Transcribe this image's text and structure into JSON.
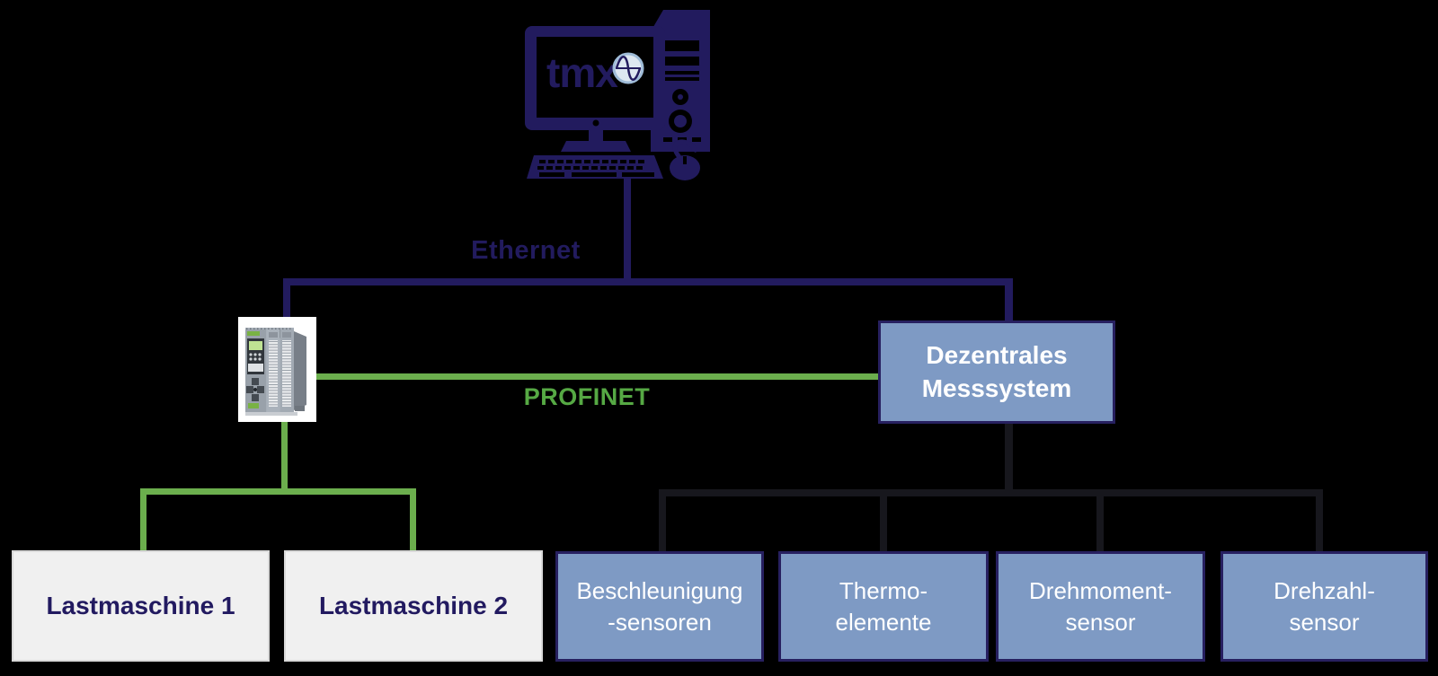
{
  "diagram": {
    "background_color": "#000000",
    "palette": {
      "navy": "#221b5e",
      "green_line": "#6bae4d",
      "green_text": "#56a944",
      "node_blue_fill": "#7e9ac4",
      "node_blue_border": "#272060",
      "machine_fill": "#f0f0f0",
      "machine_border": "#d9d9d9",
      "machine_text": "#221a60",
      "dark_connector": "#17171d",
      "node_text": "#ffffff"
    },
    "pc": {
      "icon": "desktop-computer-icon",
      "logo_text": "tmx",
      "logo_icon": "sine-wave-circle-icon"
    },
    "plc": {
      "icon": "plc-device-photo"
    },
    "networks": {
      "ethernet_label": "Ethernet",
      "profinet_label": "PROFINET"
    },
    "measurement_node": {
      "label": "Dezentrales\nMesssystem"
    },
    "machines": [
      {
        "label": "Lastmaschine 1"
      },
      {
        "label": "Lastmaschine 2"
      }
    ],
    "sensors": [
      {
        "label": "Beschleunigung\n-sensoren"
      },
      {
        "label": "Thermo-\nelemente"
      },
      {
        "label": "Drehmoment-\nsensor"
      },
      {
        "label": "Drehzahl-\nsensor"
      }
    ]
  }
}
